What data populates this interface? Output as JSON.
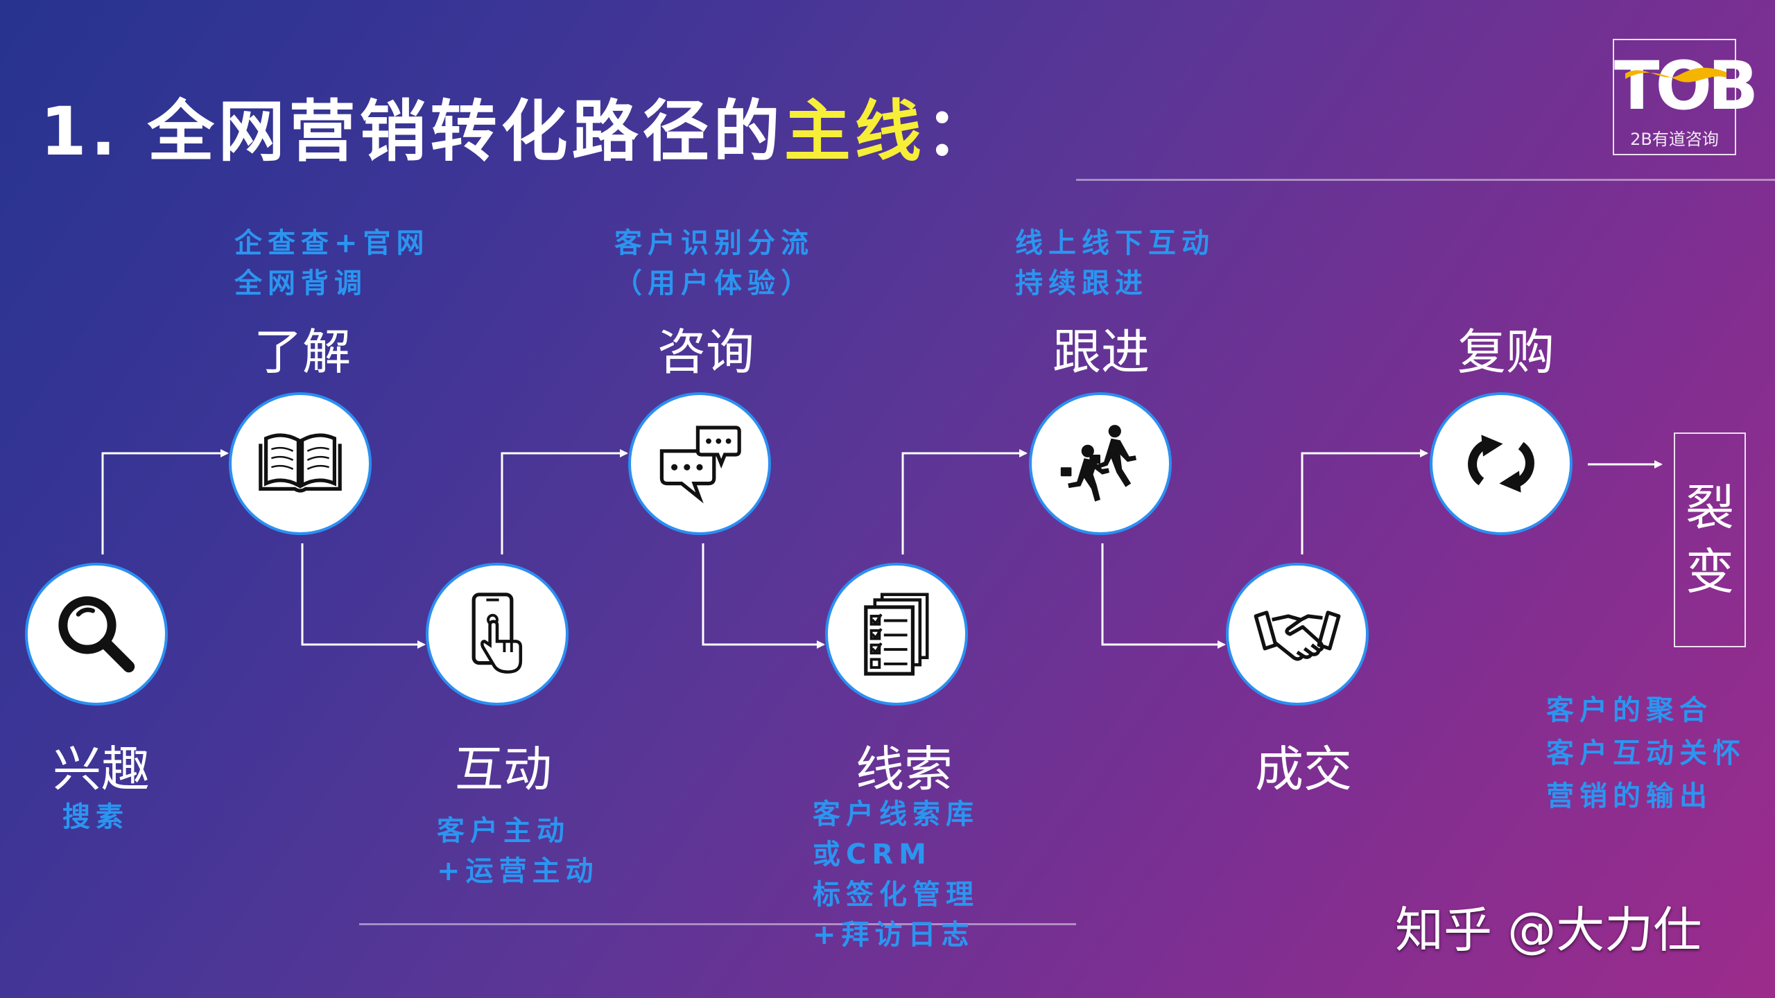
{
  "title": {
    "prefix": "1. 全网营销转化路径的",
    "highlight": "主线",
    "suffix": "："
  },
  "logo": {
    "word": "TOB",
    "subtitle": "2B有道咨询"
  },
  "steps": [
    {
      "label": "兴趣",
      "notes": [
        "搜素"
      ],
      "icon": "magnifier-icon"
    },
    {
      "label": "了解",
      "notes": [
        "企查查+官网",
        "全网背调"
      ],
      "icon": "open-book-icon"
    },
    {
      "label": "互动",
      "notes": [
        "客户主动",
        "+运营主动"
      ],
      "icon": "touch-phone-icon"
    },
    {
      "label": "咨询",
      "notes": [
        "客户识别分流",
        "（用户体验）"
      ],
      "icon": "chat-bubbles-icon"
    },
    {
      "label": "线索",
      "notes": [
        "客户线索库",
        "或CRM",
        "标签化管理",
        "+拜访日志"
      ],
      "icon": "checklist-docs-icon"
    },
    {
      "label": "跟进",
      "notes": [
        "线上线下互动",
        "持续跟进"
      ],
      "icon": "running-people-icon"
    },
    {
      "label": "成交",
      "notes": [],
      "icon": "handshake-icon"
    },
    {
      "label": "复购",
      "notes": [],
      "icon": "refresh-arrows-icon"
    }
  ],
  "final_box": {
    "chars": [
      "裂",
      "变"
    ]
  },
  "final_notes": [
    "客户的聚合",
    "客户互动关怀",
    "营销的输出"
  ],
  "watermark": "知乎 @大力仕",
  "colors": {
    "accent_blue": "#2b95f0",
    "highlight_yellow": "#f7ee38",
    "circle_border": "#2b8ff2"
  }
}
